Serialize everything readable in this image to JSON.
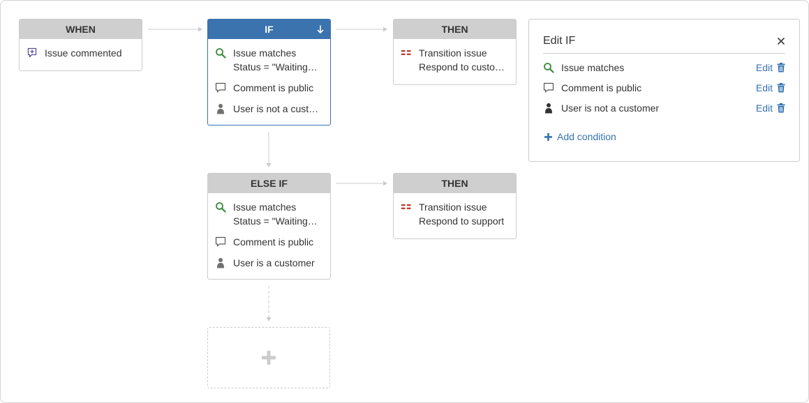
{
  "when": {
    "header": "WHEN",
    "trigger": "Issue commented"
  },
  "if_block": {
    "header": "IF",
    "conditions": [
      {
        "line1": "Issue matches",
        "line2": "Status = \"Waiting…"
      },
      {
        "line1": "Comment is public"
      },
      {
        "line1": "User is not a cust…"
      }
    ]
  },
  "then1": {
    "header": "THEN",
    "line1": "Transition issue",
    "line2": "Respond to custo…"
  },
  "elseif_block": {
    "header": "ELSE IF",
    "conditions": [
      {
        "line1": "Issue matches",
        "line2": "Status = \"Waiting…"
      },
      {
        "line1": "Comment is public"
      },
      {
        "line1": "User is a customer"
      }
    ]
  },
  "then2": {
    "header": "THEN",
    "line1": "Transition issue",
    "line2": "Respond to support"
  },
  "edit_panel": {
    "title": "Edit IF",
    "rows": [
      {
        "label": "Issue matches",
        "edit": "Edit"
      },
      {
        "label": "Comment is public",
        "edit": "Edit"
      },
      {
        "label": "User is not a customer",
        "edit": "Edit"
      }
    ],
    "add_condition": "Add condition"
  },
  "colors": {
    "accent": "#3572b0",
    "active_header": "#3b73af",
    "header_gray": "#cfcfcf",
    "search_green": "#3b8a3b",
    "transition_red": "#c0392b"
  },
  "icons": {
    "trigger": "comment-plus-icon",
    "match": "search-icon",
    "comment": "speech-bubble-icon",
    "user": "user-icon",
    "transition": "transition-icon",
    "collapse": "arrow-down-icon",
    "close": "close-icon",
    "trash": "trash-icon",
    "add": "plus-icon"
  }
}
